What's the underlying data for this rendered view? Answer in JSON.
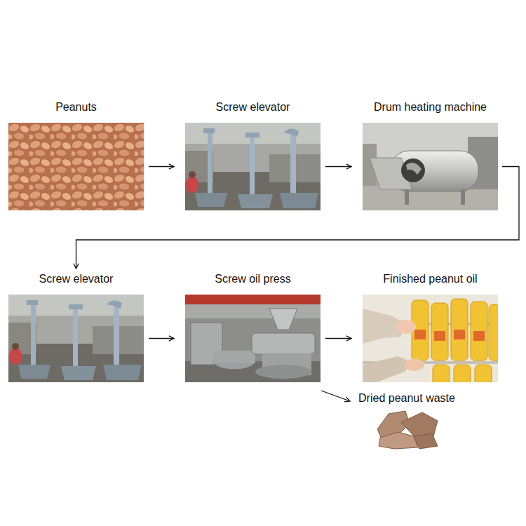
{
  "diagram": {
    "nodes": [
      {
        "text": [
          "Peanuts"
        ]
      },
      {
        "text": [
          "Screw elevator"
        ]
      },
      {
        "text": [
          "Drum heating machine"
        ]
      },
      {
        "text": [
          "Screw elevator"
        ]
      },
      {
        "text": [
          "Screw oil press"
        ]
      },
      {
        "text": [
          "Finished peanut oil"
        ]
      },
      {
        "text": [
          "Dried peanut waste"
        ]
      }
    ],
    "edges": [
      {
        "from": 0,
        "to": 1,
        "arrow": "to"
      },
      {
        "from": 1,
        "to": 2,
        "arrow": "to"
      },
      {
        "from": 2,
        "to": 3,
        "arrow": "to"
      },
      {
        "from": 3,
        "to": 4,
        "arrow": "to"
      },
      {
        "from": 4,
        "to": 5,
        "arrow": "to"
      },
      {
        "from": 4,
        "to": 6,
        "arrow": "to"
      }
    ]
  }
}
